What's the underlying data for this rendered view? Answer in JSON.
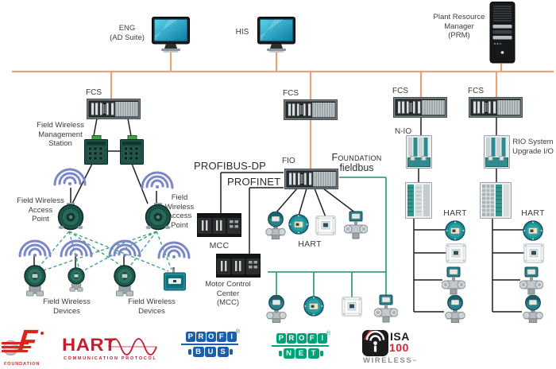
{
  "labels": {
    "eng": "ENG\n(AD Suite)",
    "his": "HIS",
    "prm": "Plant Resource\nManager\n(PRM)",
    "fcs": "FCS",
    "fio": "FIO",
    "nio": "N-IO",
    "rio": "RIO System\nUpgrade I/O",
    "hart": "HART",
    "mcc": "MCC",
    "motor_control_center": "Motor Control\nCenter\n(MCC)",
    "field_wireless_management_station": "Field Wireless\nManagement\nStation",
    "field_wireless_access_point": "Field Wireless\nAccess\nPoint",
    "field_wireless_devices": "Field Wireless\nDevices",
    "profibus_dp": "PROFIBUS-DP",
    "profinet": "PROFINET",
    "foundation": "Foundation",
    "fieldbus": "fieldbus"
  },
  "logos": {
    "foundation": {
      "letter": "F",
      "text": "FOUNDATION"
    },
    "hart": {
      "name": "HART",
      "subtitle": "COMMUNICATION PROTOCOL"
    },
    "profibus": {
      "row1": [
        "P",
        "R",
        "O",
        "F",
        "I"
      ],
      "row2": [
        "B",
        "U",
        "S"
      ],
      "reg": "®"
    },
    "profinet": {
      "row1": [
        "P",
        "R",
        "O",
        "F",
        "I"
      ],
      "row2": [
        "N",
        "E",
        "T"
      ],
      "reg": "®"
    },
    "isa100": {
      "line1": "ISA",
      "line2": "100",
      "line3": "WIRELESS",
      "tm": "™"
    }
  },
  "icons": {
    "workstation": "monitor-icon",
    "server": "tower-server-icon",
    "controller": "io-rack-icon",
    "network_switch": "ethernet-switch-icon",
    "wifi": "wifi-signal-icon",
    "access_point": "access-point-icon",
    "wireless_transmitter": "wireless-transmitter-icon",
    "wireless_box_device": "wireless-device-icon",
    "pressure_transmitter": "pressure-transmitter-icon",
    "round_transmitter": "round-transmitter-icon",
    "field_indicator": "field-indicator-icon",
    "vortex_flowmeter": "vortex-flowmeter-icon",
    "io_module": "io-module-icon"
  },
  "colors": {
    "bus_orange": "#E8A178",
    "fieldbus_green": "#3BA183",
    "wireless_link_green": "#2FA077",
    "wifi_arc_blue": "#7B87C8",
    "hart_red": "#C41E2F",
    "profibus_blue": "#1C5FA8",
    "profinet_green": "#00A377",
    "isa_red": "#D22630",
    "foundation_red": "#D9261C"
  }
}
